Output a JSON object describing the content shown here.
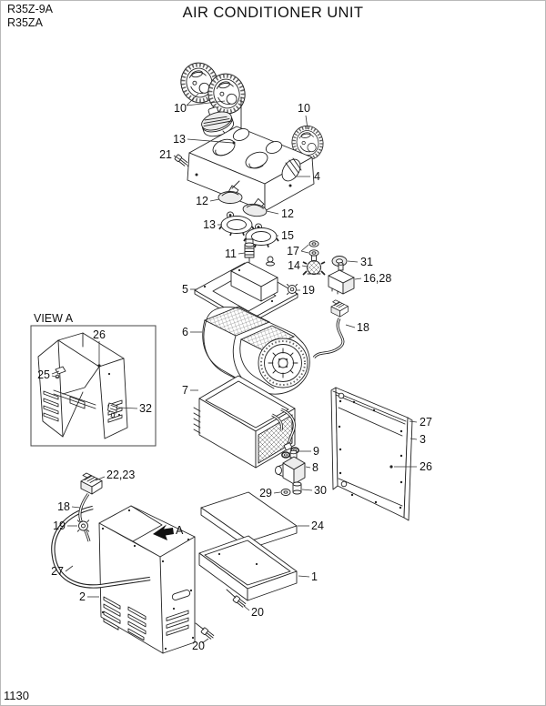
{
  "header": {
    "model_line1": "R35Z-9A",
    "model_line2": "R35ZA",
    "title": "AIR CONDITIONER UNIT"
  },
  "footer": {
    "page_number": "1130"
  },
  "diagram": {
    "view_label": "VIEW A",
    "section_arrow_label": "A",
    "line_color": "#222222",
    "callouts": [
      {
        "part": "10"
      },
      {
        "part": "10"
      },
      {
        "part": "13"
      },
      {
        "part": "21"
      },
      {
        "part": "4"
      },
      {
        "part": "12"
      },
      {
        "part": "12"
      },
      {
        "part": "13"
      },
      {
        "part": "15"
      },
      {
        "part": "11"
      },
      {
        "part": "17"
      },
      {
        "part": "14"
      },
      {
        "part": "31"
      },
      {
        "part": "16,28"
      },
      {
        "part": "5"
      },
      {
        "part": "19"
      },
      {
        "part": "18"
      },
      {
        "part": "6"
      },
      {
        "part": "7"
      },
      {
        "part": "9"
      },
      {
        "part": "8"
      },
      {
        "part": "29"
      },
      {
        "part": "30"
      },
      {
        "part": "24"
      },
      {
        "part": "1"
      },
      {
        "part": "20"
      },
      {
        "part": "20"
      },
      {
        "part": "27"
      },
      {
        "part": "2"
      },
      {
        "part": "18"
      },
      {
        "part": "19"
      },
      {
        "part": "22,23"
      },
      {
        "part": "26"
      },
      {
        "part": "25"
      },
      {
        "part": "32"
      },
      {
        "part": "27"
      },
      {
        "part": "3"
      },
      {
        "part": "26"
      }
    ]
  }
}
